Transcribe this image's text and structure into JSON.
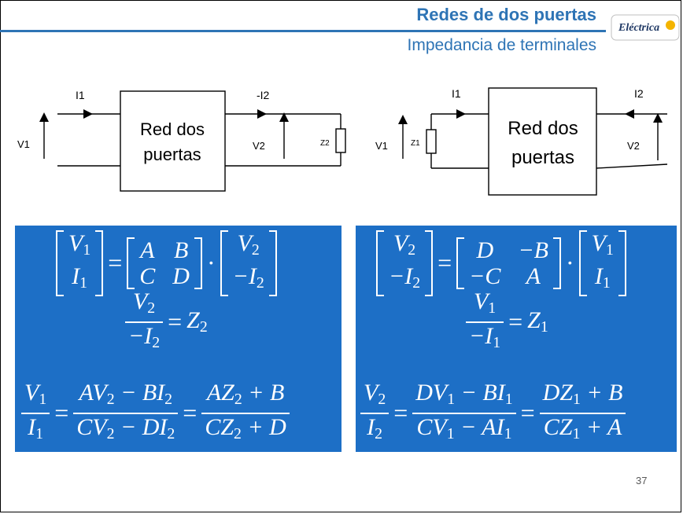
{
  "header": {
    "title": "Redes de dos puertas",
    "subtitle": "Impedancia de terminales",
    "logo_text": "Eléctrica"
  },
  "circuit_left": {
    "block_line1": "Red dos",
    "block_line2": "puertas",
    "current_in": "I1",
    "current_out": "-I2",
    "voltage_in": "V1",
    "voltage_out": "V2",
    "load": "Z2"
  },
  "circuit_right": {
    "block_line1": "Red dos",
    "block_line2": "puertas",
    "current_in": "I1",
    "current_out": "I2",
    "voltage_in": "V1",
    "voltage_out": "V2",
    "load": "Z1"
  },
  "page_number": "37"
}
